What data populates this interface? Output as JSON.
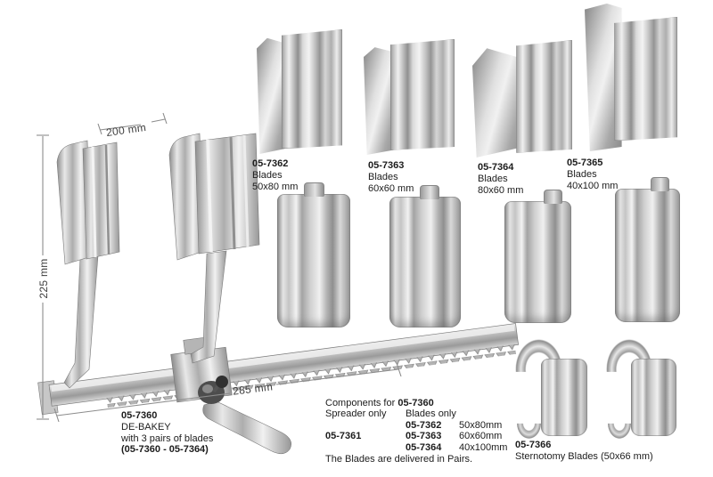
{
  "colors": {
    "paper": "#ffffff",
    "text": "#1c1c1c",
    "dim_line": "#8c8c8c",
    "metal_light": "#f0f0f0",
    "metal_dark": "#8a8a8a"
  },
  "instrument": {
    "dim_top": "200 mm",
    "dim_left": "225 mm",
    "dim_bar": "285 mm",
    "code": "05-7360",
    "name": "DE-BAKEY",
    "desc": "with 3 pairs of blades",
    "range": "(05-7360 - 05-7364)"
  },
  "top_blades": [
    {
      "code": "05-7362",
      "type": "Blades",
      "size": "50x80 mm"
    },
    {
      "code": "05-7363",
      "type": "Blades",
      "size": "60x60 mm"
    },
    {
      "code": "05-7364",
      "type": "Blades",
      "size": "80x60 mm"
    },
    {
      "code": "05-7365",
      "type": "Blades",
      "size": "40x100 mm"
    }
  ],
  "components": {
    "title_prefix": "Components for ",
    "title_code": "05-7360",
    "col_spreader": "Spreader only",
    "col_blades": "Blades only",
    "spreader_code": "05-7361",
    "blade_rows": [
      {
        "code": "05-7362",
        "size": "50x80mm"
      },
      {
        "code": "05-7363",
        "size": "60x60mm"
      },
      {
        "code": "05-7364",
        "size": "40x100mm"
      }
    ],
    "note": "The Blades are delivered in Pairs."
  },
  "sternotomy": {
    "code": "05-7366",
    "label": "Sternotomy Blades (50x66 mm)"
  }
}
